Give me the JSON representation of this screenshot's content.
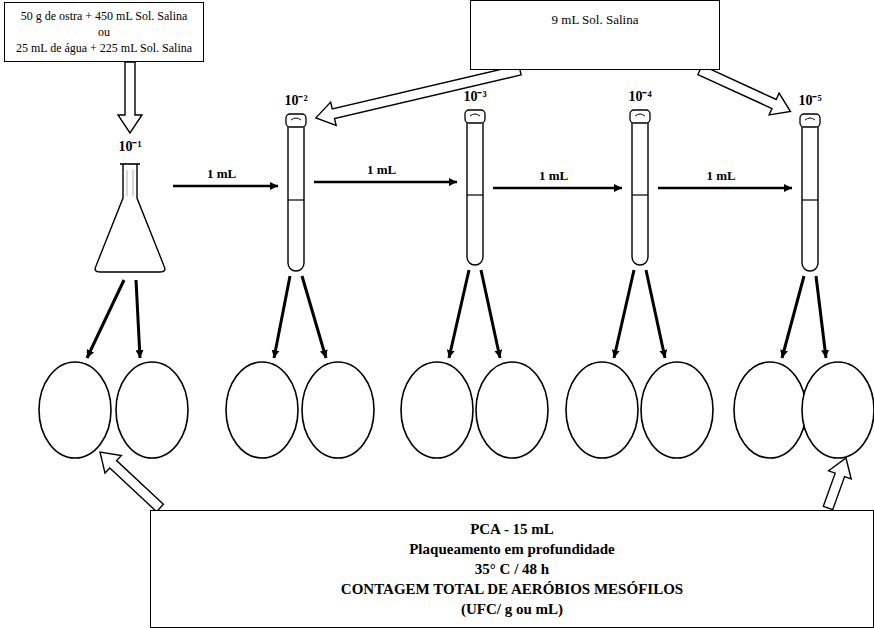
{
  "diagram": {
    "nodes": [
      {
        "text": [
          "50 g de ostra + 450 mL Sol. Salina",
          "ou",
          "25 mL de água + 225 mL Sol. Salina"
        ]
      },
      {
        "text": [
          "9 mL Sol. Salina"
        ]
      },
      {
        "text": [
          "10⁻¹"
        ]
      },
      {
        "text": [
          "10⁻²"
        ]
      },
      {
        "text": [
          "10⁻³"
        ]
      },
      {
        "text": [
          "10⁻⁴"
        ]
      },
      {
        "text": [
          "10⁻⁵"
        ]
      },
      {
        "text": [
          "PCA - 15 mL",
          "Plaqueamento em profundidade",
          "35° C / 48 h",
          "CONTAGEM TOTAL DE AERÓBIOS MESÓFILOS",
          "(UFC/ g ou mL)"
        ]
      }
    ],
    "edges": [
      {
        "from": 0,
        "to": 2,
        "arrow": "to"
      },
      {
        "from": 1,
        "to": 3,
        "arrow": "to"
      },
      {
        "from": 1,
        "to": 6,
        "arrow": "to"
      },
      {
        "from": 2,
        "to": 3,
        "label": "1 mL",
        "arrow": "to"
      },
      {
        "from": 3,
        "to": 4,
        "label": "1 mL",
        "arrow": "to"
      },
      {
        "from": 4,
        "to": 5,
        "label": "1 mL",
        "arrow": "to"
      },
      {
        "from": 5,
        "to": 6,
        "label": "1 mL",
        "arrow": "to"
      }
    ]
  }
}
